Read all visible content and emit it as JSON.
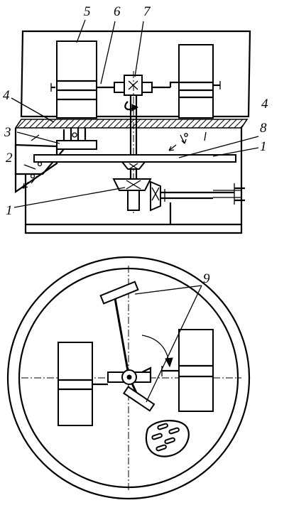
{
  "callouts": {
    "c1_right": "1",
    "c1_left": "1",
    "c2": "2",
    "c3": "3",
    "c4_left": "4",
    "c4_right": "4",
    "c5": "5",
    "c6": "6",
    "c7": "7",
    "c8": "8",
    "c9": "9"
  }
}
